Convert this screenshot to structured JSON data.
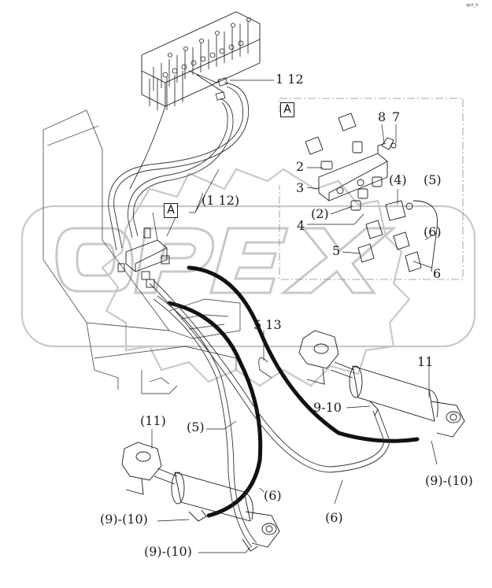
{
  "watermark": "OPEX",
  "corner_mark": "dp0_4",
  "detail_box_label": "A",
  "callout_box_label": "A",
  "labels": {
    "l_1_12": "1 12",
    "l_8": "8",
    "l_7": "7",
    "l_2": "2",
    "l_3": "3",
    "l_p4": "(4)",
    "l_p5_top": "(5)",
    "l_p2": "(2)",
    "l_p1_12": "(1 12)",
    "l_4": "4",
    "l_p6_top": "(6)",
    "l_5_detail": "5",
    "l_6_detail": "6",
    "l_5_13": "5 13",
    "l_11": "11",
    "l_9_10": "9-10",
    "l_p11": "(11)",
    "l_p5_mid": "(5)",
    "l_p9_10_right": "(9)-(10)",
    "l_p6_mid": "(6)",
    "l_p9_10_left": "(9)-(10)",
    "l_p6_bottom": "(6)",
    "l_p9_10_bottom": "(9)-(10)"
  },
  "colors": {
    "line": "#1a1a1a",
    "thin_line": "#333333",
    "hose_black": "#111111",
    "watermark": "#c8c8c8",
    "frame": "#8a8a8a"
  }
}
